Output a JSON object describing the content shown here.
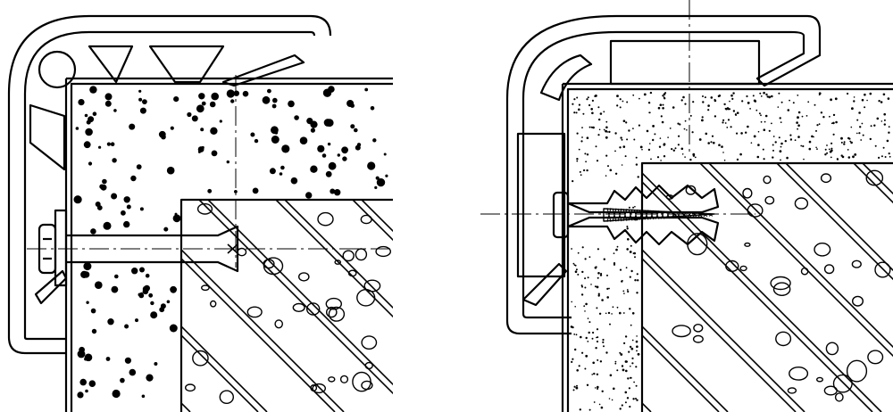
{
  "figure": {
    "panels": [
      {
        "id": "left",
        "fastener": "through-bolt",
        "insulation": "coarse-granular",
        "masonry": "hatched-stone"
      },
      {
        "id": "right",
        "fastener": "screw-and-plug-anchor",
        "insulation": "fine-stipple",
        "masonry": "hatched-stone"
      }
    ],
    "colors": {
      "ink": "#000000",
      "paper": "#ffffff"
    }
  }
}
